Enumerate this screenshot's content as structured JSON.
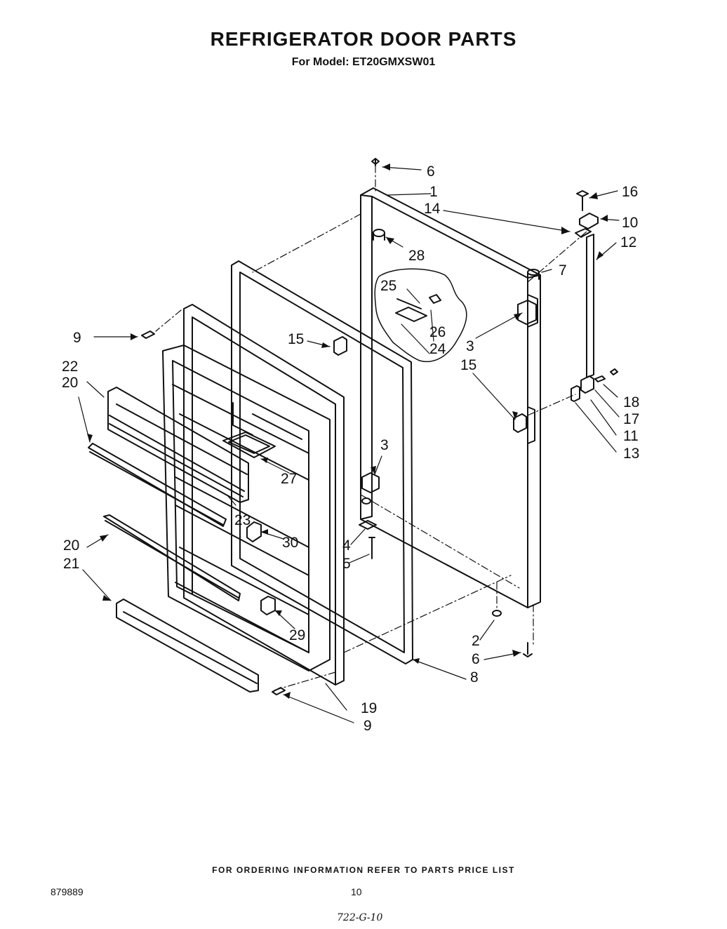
{
  "title": "REFRIGERATOR DOOR PARTS",
  "subtitle": "For Model: ET20GMXSW01",
  "footer": "FOR ORDERING INFORMATION REFER TO PARTS PRICE LIST",
  "doc_number": "879889",
  "page_number": "10",
  "handwritten_note": "722-G-10",
  "callouts": [
    "1",
    "2",
    "3",
    "4",
    "5",
    "6",
    "7",
    "8",
    "9",
    "10",
    "11",
    "12",
    "13",
    "14",
    "15",
    "16",
    "17",
    "18",
    "19",
    "20",
    "21",
    "22",
    "23",
    "24",
    "25",
    "26",
    "27",
    "28",
    "29",
    "30"
  ]
}
